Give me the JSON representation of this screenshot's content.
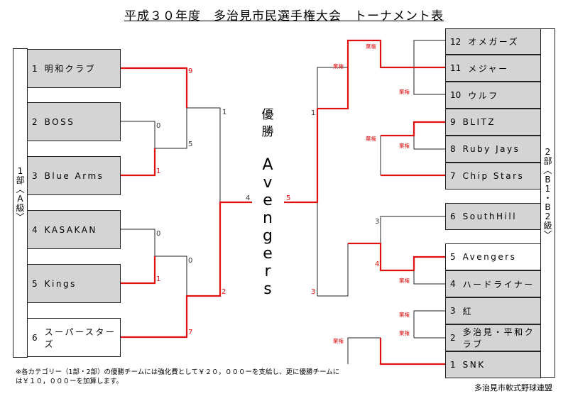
{
  "title": "平成３０年度　多治見市民選手権大会　トーナメント表",
  "division1": {
    "label": [
      "1",
      "部",
      "︿",
      "A",
      "級",
      "﹀"
    ],
    "teams": [
      {
        "num": "1",
        "name": "明和クラブ"
      },
      {
        "num": "2",
        "name": "BOSS"
      },
      {
        "num": "3",
        "name": "Blue Arms"
      },
      {
        "num": "4",
        "name": "KASAKAN"
      },
      {
        "num": "5",
        "name": "Kings"
      },
      {
        "num": "6",
        "name": "スーパースターズ"
      }
    ],
    "scores": {
      "m_2_3": [
        "0",
        "1"
      ],
      "m_1_w23": [
        "9",
        "5"
      ],
      "m_4_5": [
        "0",
        "1"
      ],
      "m_w45_6": [
        "0",
        "7"
      ],
      "semi": [
        "1",
        "2"
      ]
    }
  },
  "division2": {
    "label": [
      "2",
      "部",
      "︿",
      "B",
      "1",
      "・",
      "B",
      "2",
      "級",
      "﹀"
    ],
    "teams": [
      {
        "num": "12",
        "name": "オメガーズ"
      },
      {
        "num": "11",
        "name": "メジャー"
      },
      {
        "num": "10",
        "name": "ウルフ"
      },
      {
        "num": "9",
        "name": "BLITZ"
      },
      {
        "num": "8",
        "name": "Ruby Jays"
      },
      {
        "num": "7",
        "name": "Chip Stars"
      },
      {
        "num": "6",
        "name": "SouthHill"
      },
      {
        "num": "5",
        "name": "Avengers"
      },
      {
        "num": "4",
        "name": "ハードライナー"
      },
      {
        "num": "3",
        "name": "紅"
      },
      {
        "num": "2",
        "name": "多治見・平和クラブ"
      },
      {
        "num": "1",
        "name": "SNK"
      }
    ],
    "scores": {
      "semi": [
        "1",
        "3"
      ],
      "m_6_w54": [
        "3",
        "4"
      ]
    }
  },
  "forfeit": "棄権",
  "final": {
    "left": "4",
    "right": "5"
  },
  "champion": {
    "label": [
      "優",
      "勝"
    ],
    "name": [
      "A",
      "v",
      "e",
      "n",
      "g",
      "e",
      "r",
      "s"
    ]
  },
  "footnote": "※各カテゴリー（1部・2部）の優勝チームには強化費として￥２０，０００ーを支給し、更に優勝チームには￥１０，０００ーを加算します。",
  "organizer": "多治見市軟式野球連盟",
  "colors": {
    "win": "#e01010",
    "line": "#222222",
    "box": "#d4d4d4"
  }
}
